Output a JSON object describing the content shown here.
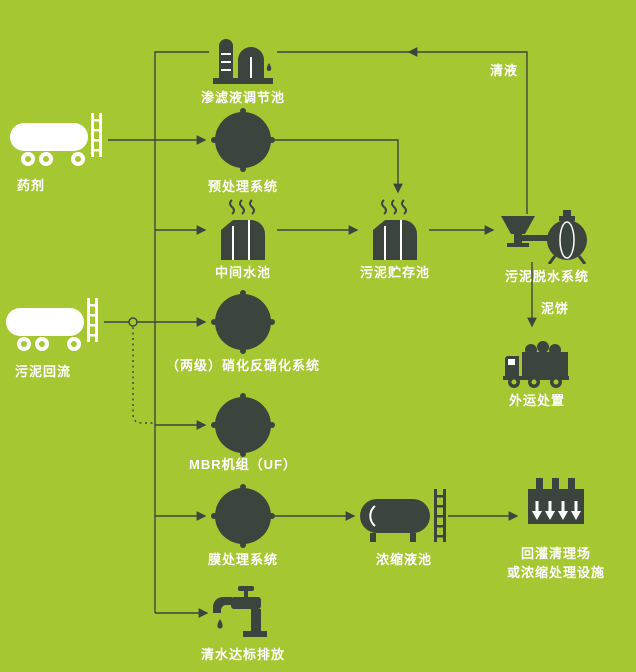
{
  "colors": {
    "background": "#a5c832",
    "ink": "#3c443e",
    "white": "#ffffff"
  },
  "nodes": {
    "leachate_pool": {
      "label": "渗滤液调节池"
    },
    "chemical_truck": {
      "label": "药剂"
    },
    "pretreatment": {
      "label": "预处理系统"
    },
    "mid_pool": {
      "label": "中间水池"
    },
    "sludge_storage": {
      "label": "污泥贮存池"
    },
    "sludge_dewatering": {
      "label": "污泥脱水系统"
    },
    "nitrification": {
      "label": "（两级）硝化反硝化系统"
    },
    "sludge_return": {
      "label": "污泥回流"
    },
    "mbr_unit": {
      "label": "MBR机组（UF）"
    },
    "membrane_system": {
      "label": "膜处理系统"
    },
    "concentrate_pool": {
      "label": "浓缩液池"
    },
    "reinjection": {
      "label": "回灌清理场",
      "label2": "或浓缩处理设施"
    },
    "offsite_disposal": {
      "label": "外运处置"
    },
    "clean_discharge": {
      "label": "清水达标排放"
    }
  },
  "flow_labels": {
    "clear_liquid": "清液",
    "mud_cake": "泥饼"
  }
}
